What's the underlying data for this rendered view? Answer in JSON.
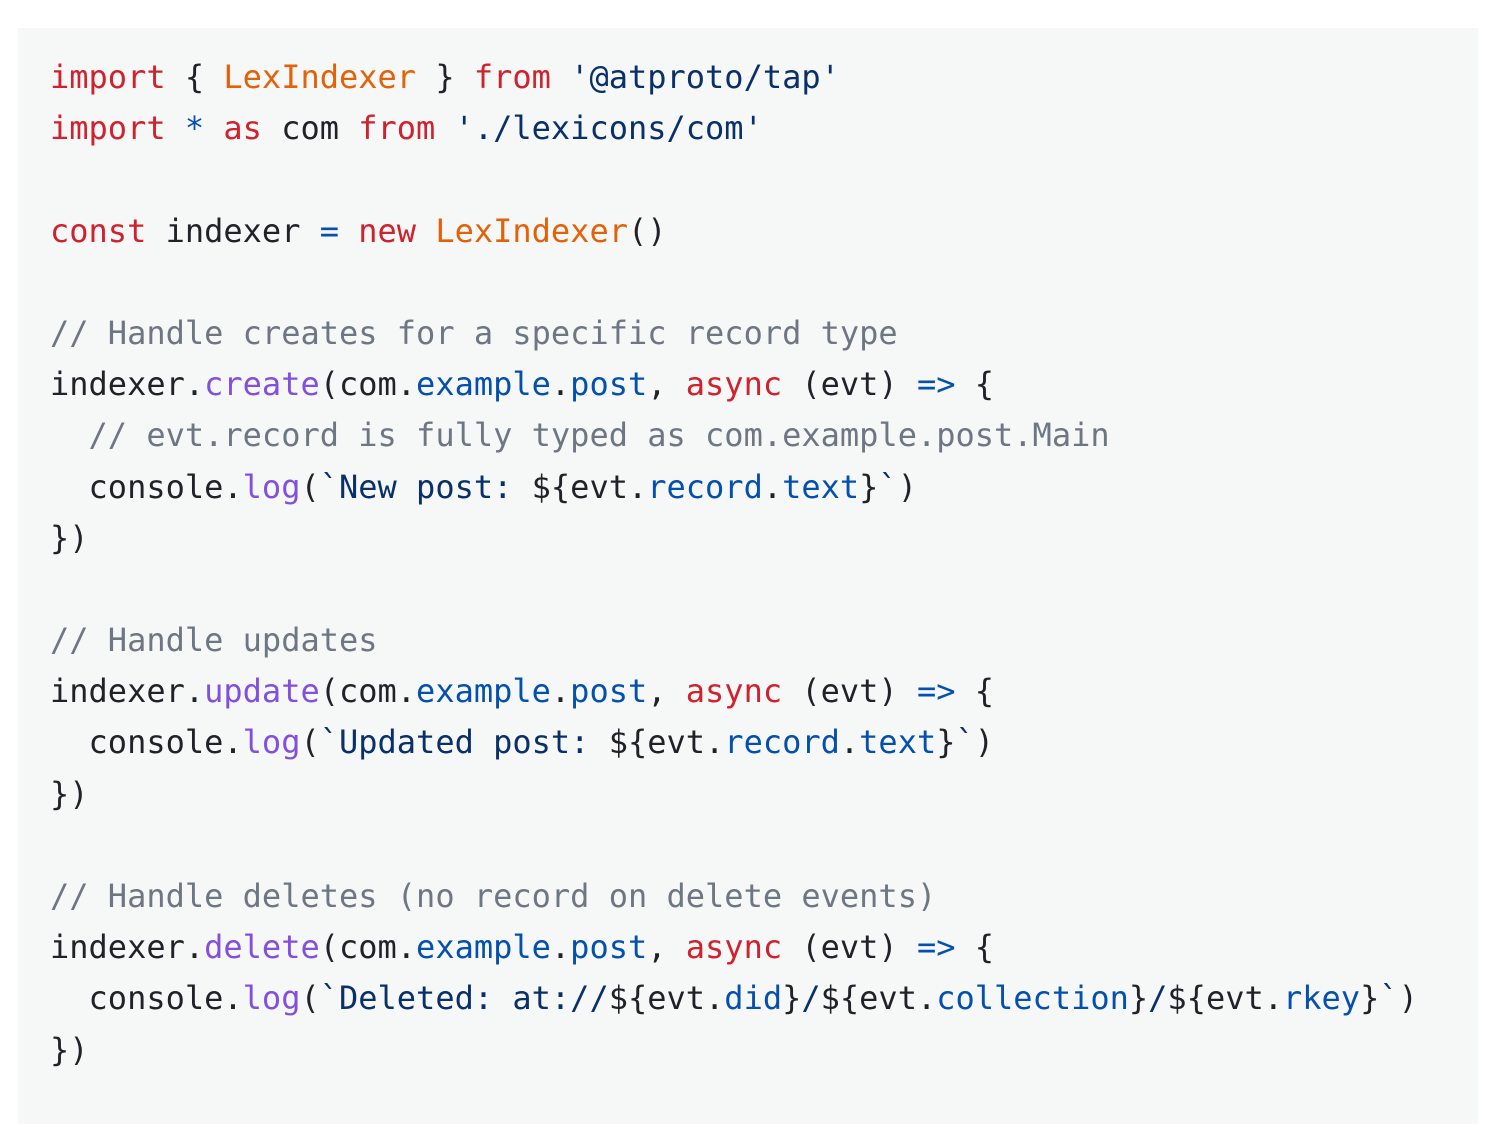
{
  "code": {
    "language": "typescript",
    "lines": [
      [
        [
          "import",
          "k"
        ],
        [
          " { ",
          "p"
        ],
        [
          "LexIndexer",
          "e"
        ],
        [
          " } ",
          "p"
        ],
        [
          "from",
          "k"
        ],
        [
          " ",
          "p"
        ],
        [
          "'@atproto/tap'",
          "s"
        ]
      ],
      [
        [
          "import",
          "k"
        ],
        [
          " ",
          "p"
        ],
        [
          "*",
          "c"
        ],
        [
          " ",
          "p"
        ],
        [
          "as",
          "k"
        ],
        [
          " com ",
          "p"
        ],
        [
          "from",
          "k"
        ],
        [
          " ",
          "p"
        ],
        [
          "'./lexicons/com'",
          "s"
        ]
      ],
      [],
      [
        [
          "const",
          "k"
        ],
        [
          " indexer ",
          "p"
        ],
        [
          "=",
          "c"
        ],
        [
          " ",
          "p"
        ],
        [
          "new",
          "k"
        ],
        [
          " ",
          "p"
        ],
        [
          "LexIndexer",
          "e"
        ],
        [
          "()",
          "p"
        ]
      ],
      [],
      [
        [
          "// Handle creates for a specific record type",
          "m"
        ]
      ],
      [
        [
          "indexer.",
          "p"
        ],
        [
          "create",
          "f"
        ],
        [
          "(com.",
          "p"
        ],
        [
          "example",
          "c"
        ],
        [
          ".",
          "p"
        ],
        [
          "post",
          "c"
        ],
        [
          ", ",
          "p"
        ],
        [
          "async",
          "k"
        ],
        [
          " (evt) ",
          "p"
        ],
        [
          "=>",
          "c"
        ],
        [
          " {",
          "p"
        ]
      ],
      [
        [
          "  ",
          "p"
        ],
        [
          "// evt.record is fully typed as com.example.post.Main",
          "m"
        ]
      ],
      [
        [
          "  console.",
          "p"
        ],
        [
          "log",
          "f"
        ],
        [
          "(",
          "p"
        ],
        [
          "`New post: ",
          "s"
        ],
        [
          "${evt.",
          "p"
        ],
        [
          "record",
          "c"
        ],
        [
          ".",
          "p"
        ],
        [
          "text",
          "c"
        ],
        [
          "}",
          "p"
        ],
        [
          "`",
          "s"
        ],
        [
          ")",
          "p"
        ]
      ],
      [
        [
          "})",
          "p"
        ]
      ],
      [],
      [
        [
          "// Handle updates",
          "m"
        ]
      ],
      [
        [
          "indexer.",
          "p"
        ],
        [
          "update",
          "f"
        ],
        [
          "(com.",
          "p"
        ],
        [
          "example",
          "c"
        ],
        [
          ".",
          "p"
        ],
        [
          "post",
          "c"
        ],
        [
          ", ",
          "p"
        ],
        [
          "async",
          "k"
        ],
        [
          " (evt) ",
          "p"
        ],
        [
          "=>",
          "c"
        ],
        [
          " {",
          "p"
        ]
      ],
      [
        [
          "  console.",
          "p"
        ],
        [
          "log",
          "f"
        ],
        [
          "(",
          "p"
        ],
        [
          "`Updated post: ",
          "s"
        ],
        [
          "${evt.",
          "p"
        ],
        [
          "record",
          "c"
        ],
        [
          ".",
          "p"
        ],
        [
          "text",
          "c"
        ],
        [
          "}",
          "p"
        ],
        [
          "`",
          "s"
        ],
        [
          ")",
          "p"
        ]
      ],
      [
        [
          "})",
          "p"
        ]
      ],
      [],
      [
        [
          "// Handle deletes (no record on delete events)",
          "m"
        ]
      ],
      [
        [
          "indexer.",
          "p"
        ],
        [
          "delete",
          "f"
        ],
        [
          "(com.",
          "p"
        ],
        [
          "example",
          "c"
        ],
        [
          ".",
          "p"
        ],
        [
          "post",
          "c"
        ],
        [
          ", ",
          "p"
        ],
        [
          "async",
          "k"
        ],
        [
          " (evt) ",
          "p"
        ],
        [
          "=>",
          "c"
        ],
        [
          " {",
          "p"
        ]
      ],
      [
        [
          "  console.",
          "p"
        ],
        [
          "log",
          "f"
        ],
        [
          "(",
          "p"
        ],
        [
          "`Deleted: at://",
          "s"
        ],
        [
          "${evt.",
          "p"
        ],
        [
          "did",
          "c"
        ],
        [
          "}",
          "p"
        ],
        [
          "/",
          "s"
        ],
        [
          "${evt.",
          "p"
        ],
        [
          "collection",
          "c"
        ],
        [
          "}",
          "p"
        ],
        [
          "/",
          "s"
        ],
        [
          "${evt.",
          "p"
        ],
        [
          "rkey",
          "c"
        ],
        [
          "}",
          "p"
        ],
        [
          "`",
          "s"
        ],
        [
          ")",
          "p"
        ]
      ],
      [
        [
          "})",
          "p"
        ]
      ]
    ]
  },
  "colors": {
    "background": "#f6f7f7",
    "keyword": "#cf222e",
    "entity": "#e36209",
    "string": "#0a3069",
    "constant": "#0550ae",
    "function": "#8250df",
    "comment": "#6e7781",
    "plain": "#1f2328"
  }
}
